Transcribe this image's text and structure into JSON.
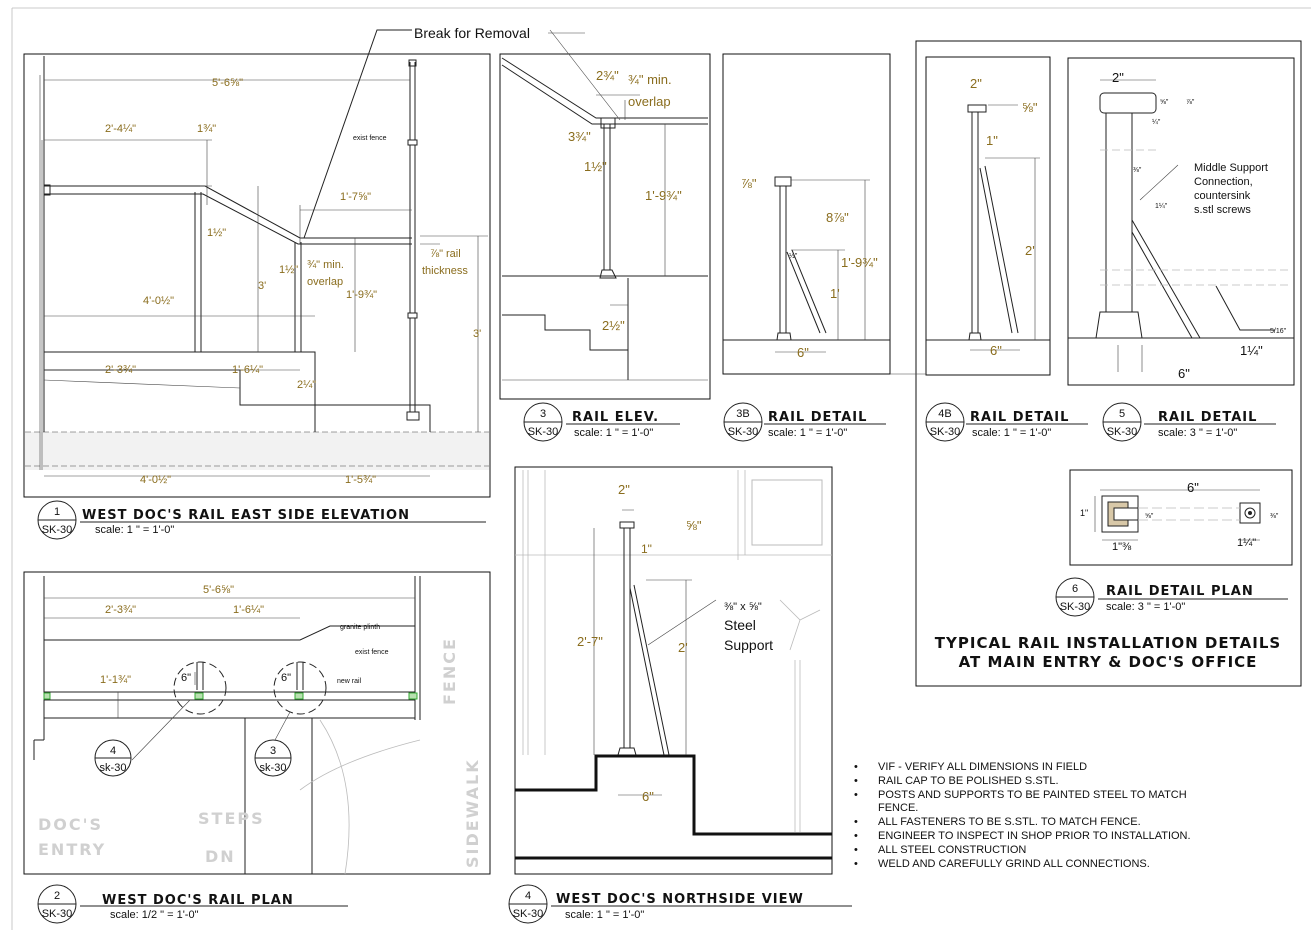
{
  "callout": {
    "break_for_removal": "Break for Removal"
  },
  "dims": {
    "d1_566": "5'-6⅝\"",
    "d1_241": "2'-4¼\"",
    "d1_134": "1¾\"",
    "d1_178": "1'-7⅝\"",
    "d1_112a": "1½\"",
    "d1_402": "4'-0½\"",
    "d1_3a": "3'",
    "d1_112b": "1½\"",
    "d1_34min": "¾\" min.",
    "d1_overlap": "overlap",
    "d1_194": "1'-9¾\"",
    "d1_78": "⅞\"",
    "d1_rail": "rail",
    "d1_thick": "thickness",
    "d1_3b": "3'",
    "d1_233": "2'-3¾\"",
    "d1_161": "1'-6¼\"",
    "d1_214": "2¼\"",
    "d1_402b": "4'-0½\"",
    "d1_153": "1'-5¾\"",
    "d3_234": "2¾\"",
    "d3_34": "¾\" min.",
    "d3_overlap": "overlap",
    "d3_334": "3¾\"",
    "d3_112": "1½\"",
    "d3_194": "1'-9¾\"",
    "d3_212": "2½\"",
    "d3b_78": "⅞\"",
    "d3b_878": "8⅞\"",
    "d3b_194": "1'-9¾\"",
    "d3b_1": "1'",
    "d3b_6": "6\"",
    "d3b_12": "½\"",
    "d4b_2": "2\"",
    "d4b_58": "⅝\"",
    "d4b_1": "1\"",
    "d4b_2ft": "2'",
    "d4b_6": "6\"",
    "d5_2": "2\"",
    "d5_58": "⅝\"",
    "d5_78": "⅞\"",
    "d5_14": "¼\"",
    "d5_38": "⅜\"",
    "d5_114": "1¼\"",
    "d5_114b": "1¼\"",
    "d5_6": "6\"",
    "d5_516": "5/16\"",
    "d6_6": "6\"",
    "d6_1": "1\"",
    "d6_138": "1\"⅜",
    "d6_114": "1¼\"",
    "d6_58": "⅝\"",
    "d6_38": "⅜\"",
    "d2_566": "5'-6⅝\"",
    "d2_233": "2'-3¾\"",
    "d2_161": "1'-6¼\"",
    "d2_113": "1'-1¾\"",
    "d2_6a": "6\"",
    "d2_6b": "6\"",
    "d4_2": "2\"",
    "d4_58": "⅝\"",
    "d4_1": "1\"",
    "d4_27": "2'-7\"",
    "d4_2ft": "2'",
    "d4_6": "6\"",
    "d4_steel": "⅜\" x ⅝\"",
    "d4_steel2": "Steel",
    "d4_steel3": "Support"
  },
  "notes_small": {
    "exist_fence": "exist fence",
    "granite": "granite plinth",
    "exist_fence2": "exist fence",
    "new_rail": "new rail",
    "middle1": "Middle Support",
    "middle2": "Connection,",
    "middle3": "countersink",
    "middle4": "s.stl screws"
  },
  "ghost_labels": {
    "fence": "FENCE",
    "sidewalk": "SIDEWALK",
    "docs": "DOC'S",
    "entry": "ENTRY",
    "steps": "STEPS",
    "dn": "DN"
  },
  "views": [
    {
      "num": "1",
      "sheet": "SK-30",
      "title": "WEST DOC'S RAIL EAST SIDE ELEVATION",
      "scale": "scale: 1 \" = 1'-0\""
    },
    {
      "num": "2",
      "sheet": "SK-30",
      "title": "WEST DOC'S RAIL PLAN",
      "scale": "scale: 1/2 \" = 1'-0\""
    },
    {
      "num": "3",
      "sheet": "SK-30",
      "title": "RAIL ELEV.",
      "scale": "scale: 1 \" = 1'-0\""
    },
    {
      "num": "3B",
      "sheet": "SK-30",
      "title": "RAIL DETAIL",
      "scale": "scale: 1 \" = 1'-0\""
    },
    {
      "num": "4B",
      "sheet": "SK-30",
      "title": "RAIL DETAIL",
      "scale": "scale: 1 \" = 1'-0\""
    },
    {
      "num": "5",
      "sheet": "SK-30",
      "title": "RAIL DETAIL",
      "scale": "scale: 3 \" = 1'-0\""
    },
    {
      "num": "6",
      "sheet": "SK-30",
      "title": "RAIL DETAIL PLAN",
      "scale": "scale: 3 \" = 1'-0\""
    },
    {
      "num": "4",
      "sheet": "SK-30",
      "title": "WEST DOC'S NORTHSIDE VIEW",
      "scale": "scale: 1 \" = 1'-0\""
    }
  ],
  "refs": [
    {
      "num": "4",
      "sheet": "sk-30"
    },
    {
      "num": "3",
      "sheet": "sk-30"
    }
  ],
  "typical": {
    "line1": "TYPICAL RAIL INSTALLATION DETAILS",
    "line2": "AT MAIN ENTRY & DOC'S OFFICE"
  },
  "general_notes": [
    "VIF - VERIFY ALL DIMENSIONS IN FIELD",
    "RAIL CAP TO BE POLISHED S.STL.",
    "POSTS AND SUPPORTS TO BE PAINTED STEEL TO MATCH",
    "FENCE.",
    "ALL FASTENERS TO BE S.STL. TO MATCH FENCE.",
    "ENGINEER TO INSPECT IN SHOP PRIOR TO INSTALLATION.",
    "ALL STEEL CONSTRUCTION",
    "WELD AND CAREFULLY GRIND ALL CONNECTIONS."
  ]
}
